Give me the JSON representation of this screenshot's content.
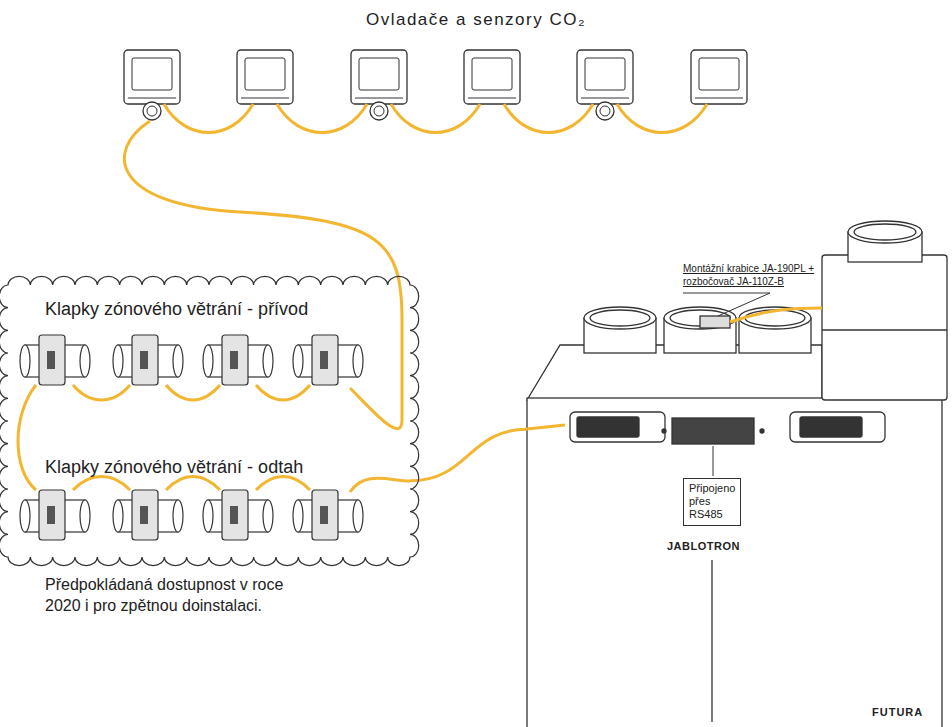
{
  "diagram": {
    "title": "Ovladače a senzory CO₂",
    "nodes": [
      {
        "text": [
          "Klapky zónového větrání - přívod",
          "Klapky zónového větrání - odtah"
        ]
      },
      {
        "text": [
          "JABLOTRON",
          "FUTURA"
        ]
      },
      {
        "text": [
          "Připojeno přes RS485"
        ],
        "in": 1
      }
    ],
    "edges": [
      {
        "from": 0,
        "to": 1,
        "arrow": "none"
      }
    ],
    "labels": [
      "Montážní krabice JA-190PL + rozbočovač JA-110Z-B",
      "Předpokládaná dostupnost v roce 2020 i pro zpětnou doinstalaci."
    ]
  }
}
